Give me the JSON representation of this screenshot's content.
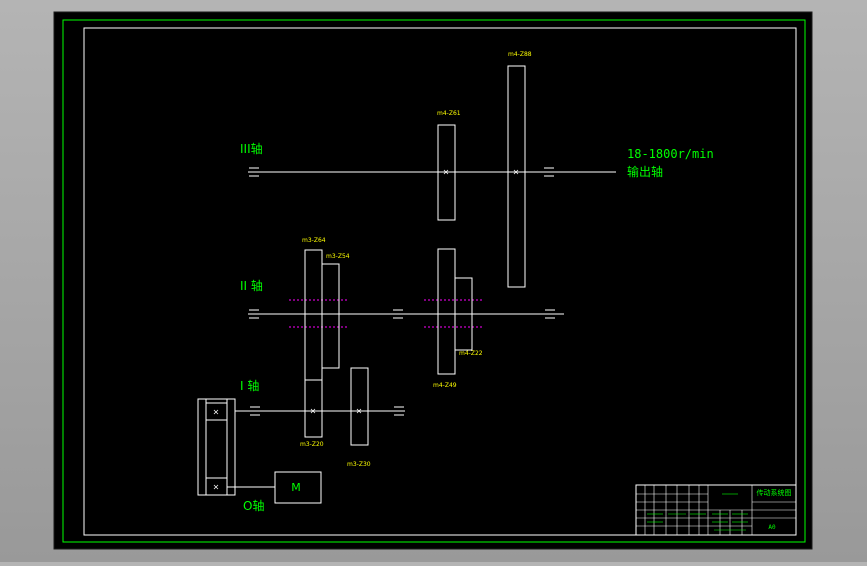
{
  "colors": {
    "background": "#000000",
    "frame": "#00ff00",
    "geometry": "#ffffff",
    "label": "#ffff00",
    "axis_text": "#00ff00",
    "pitch_line": "#ff00ff"
  },
  "shafts": {
    "shaft_III": "III轴",
    "shaft_II": "II 轴",
    "shaft_I": "I 轴",
    "shaft_0": "O轴"
  },
  "output": {
    "speed": "18-1800r/min",
    "label": "输出轴"
  },
  "gears": {
    "g_z88": "m4-Z88",
    "g_z61": "m4-Z61",
    "g_z64": "m3-Z64",
    "g_z54": "m3-Z54",
    "g_z22": "m4-Z22",
    "g_z49": "m4-Z49",
    "g_z20": "m3-Z20",
    "g_z30": "m3-Z30"
  },
  "motor": {
    "label": "M"
  },
  "title_block": {
    "drawing_title": "传动系统图",
    "drawing_no": "A0"
  }
}
